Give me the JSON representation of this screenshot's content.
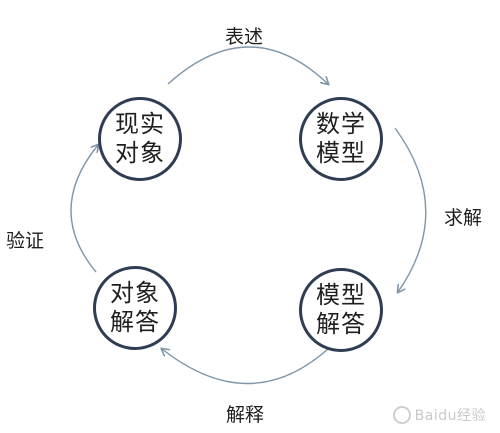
{
  "diagram": {
    "nodes": [
      {
        "id": "real-object",
        "lines": [
          "现实",
          "对象"
        ]
      },
      {
        "id": "math-model",
        "lines": [
          "数学",
          "模型"
        ]
      },
      {
        "id": "model-solution",
        "lines": [
          "模型",
          "解答"
        ]
      },
      {
        "id": "object-solution",
        "lines": [
          "对象",
          "解答"
        ]
      }
    ],
    "edges": [
      {
        "from": "real-object",
        "to": "math-model",
        "label": "表述"
      },
      {
        "from": "math-model",
        "to": "model-solution",
        "label": "求解"
      },
      {
        "from": "model-solution",
        "to": "object-solution",
        "label": "解释"
      },
      {
        "from": "object-solution",
        "to": "real-object",
        "label": "验证"
      }
    ],
    "colors": {
      "node_border": "#2f3d54",
      "arrow": "#7f95a9",
      "text": "#1f1f1f"
    }
  },
  "watermark": {
    "text": "Baidu经验",
    "icon": "paw-icon"
  }
}
